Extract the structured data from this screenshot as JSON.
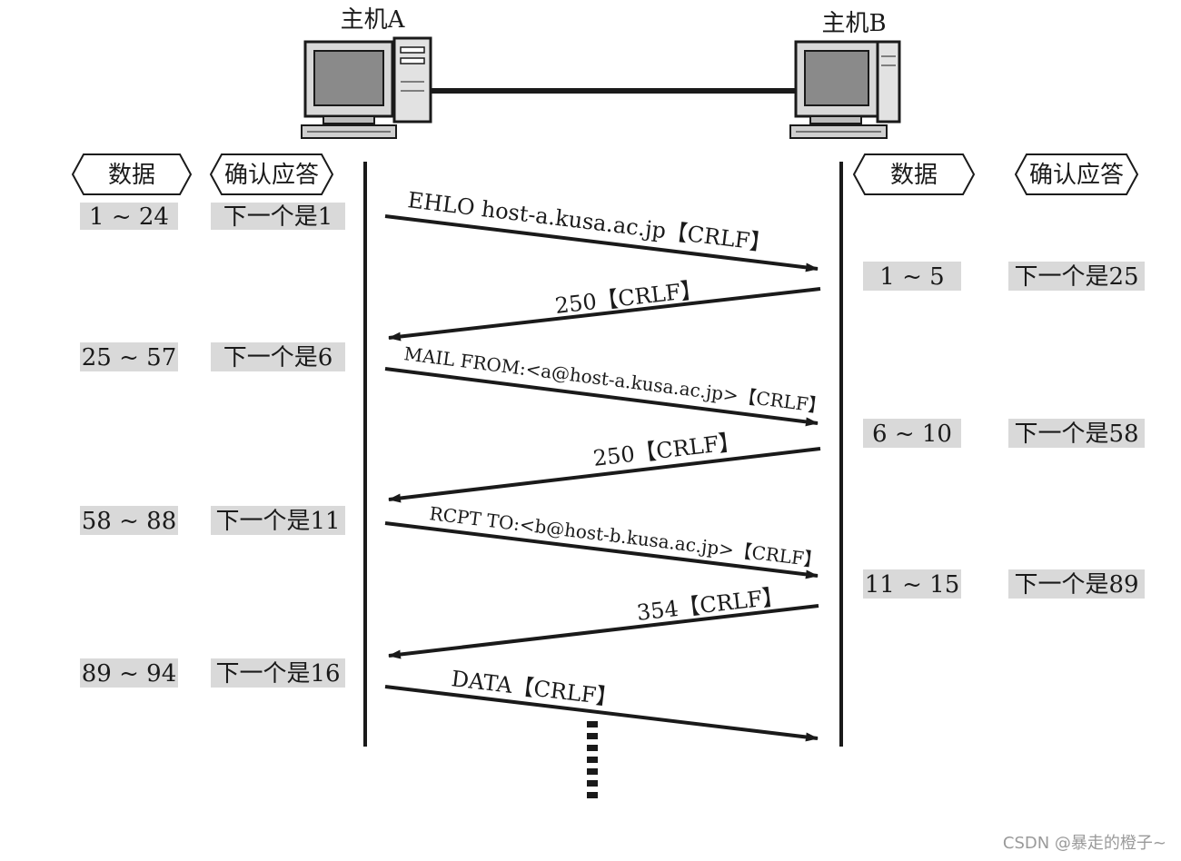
{
  "hosts": {
    "a": "主机A",
    "b": "主机B"
  },
  "headers": {
    "a_data": "数据",
    "a_ack": "确认应答",
    "b_data": "数据",
    "b_ack": "确认应答"
  },
  "host_a_rows": [
    {
      "data": "1 ~ 24",
      "ack": "下一个是1"
    },
    {
      "data": "25 ~ 57",
      "ack": "下一个是6"
    },
    {
      "data": "58 ~ 88",
      "ack": "下一个是11"
    },
    {
      "data": "89 ~ 94",
      "ack": "下一个是16"
    }
  ],
  "host_b_rows": [
    {
      "data": "1 ~ 5",
      "ack": "下一个是25"
    },
    {
      "data": "6 ~ 10",
      "ack": "下一个是58"
    },
    {
      "data": "11 ~ 15",
      "ack": "下一个是89"
    }
  ],
  "messages": [
    {
      "text": "EHLO host-a.kusa.ac.jp【CRLF】",
      "direction": "A→B"
    },
    {
      "text": "250【CRLF】",
      "direction": "B→A"
    },
    {
      "text": "MAIL FROM:<a@host-a.kusa.ac.jp>【CRLF】",
      "direction": "A→B"
    },
    {
      "text": "250【CRLF】",
      "direction": "B→A"
    },
    {
      "text": "RCPT TO:<b@host-b.kusa.ac.jp>【CRLF】",
      "direction": "A→B"
    },
    {
      "text": "354【CRLF】",
      "direction": "B→A"
    },
    {
      "text": "DATA【CRLF】",
      "direction": "A→B"
    }
  ],
  "watermark": "CSDN @暴走的橙子~"
}
